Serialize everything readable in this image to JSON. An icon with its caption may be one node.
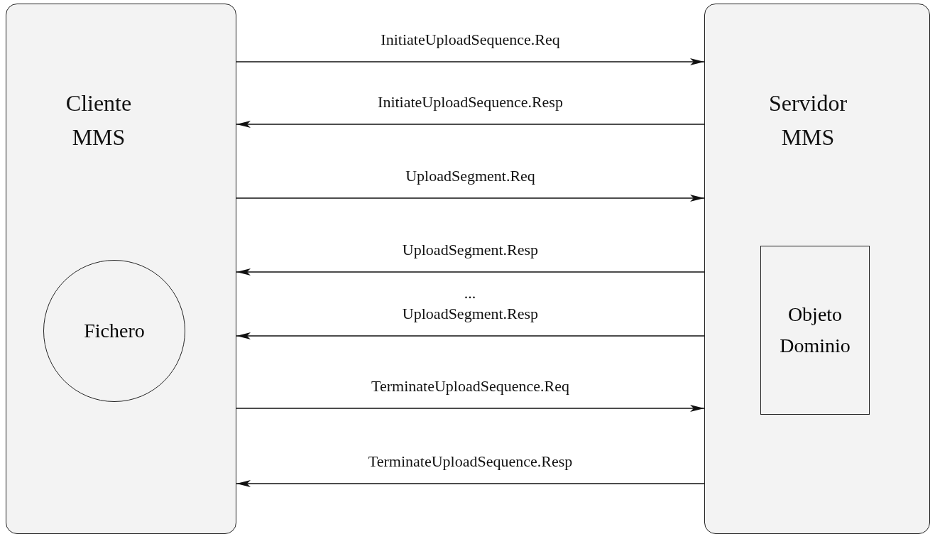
{
  "diagram": {
    "nodes": [
      {
        "text": [
          "Cliente MMS"
        ]
      },
      {
        "text": [
          "Fichero"
        ],
        "in": 0
      },
      {
        "text": [
          "Servidor MMS"
        ]
      },
      {
        "text": [
          "Objeto Dominio"
        ],
        "in": 2
      }
    ],
    "edges": [
      {
        "from": 0,
        "to": 2,
        "arrow": "to",
        "label": "InitiateUploadSequence.Req"
      },
      {
        "from": 2,
        "to": 0,
        "arrow": "to",
        "label": "InitiateUploadSequence.Resp"
      },
      {
        "from": 0,
        "to": 2,
        "arrow": "to",
        "label": "UploadSegment.Req"
      },
      {
        "from": 2,
        "to": 0,
        "arrow": "to",
        "label": "UploadSegment.Resp"
      },
      {
        "from": 2,
        "to": 0,
        "arrow": "to",
        "label": "UploadSegment.Resp"
      },
      {
        "from": 0,
        "to": 2,
        "arrow": "to",
        "label": "TerminateUploadSequence.Req"
      },
      {
        "from": 2,
        "to": 0,
        "arrow": "to",
        "label": "TerminateUploadSequence.Resp"
      }
    ],
    "labels": [
      "..."
    ]
  }
}
